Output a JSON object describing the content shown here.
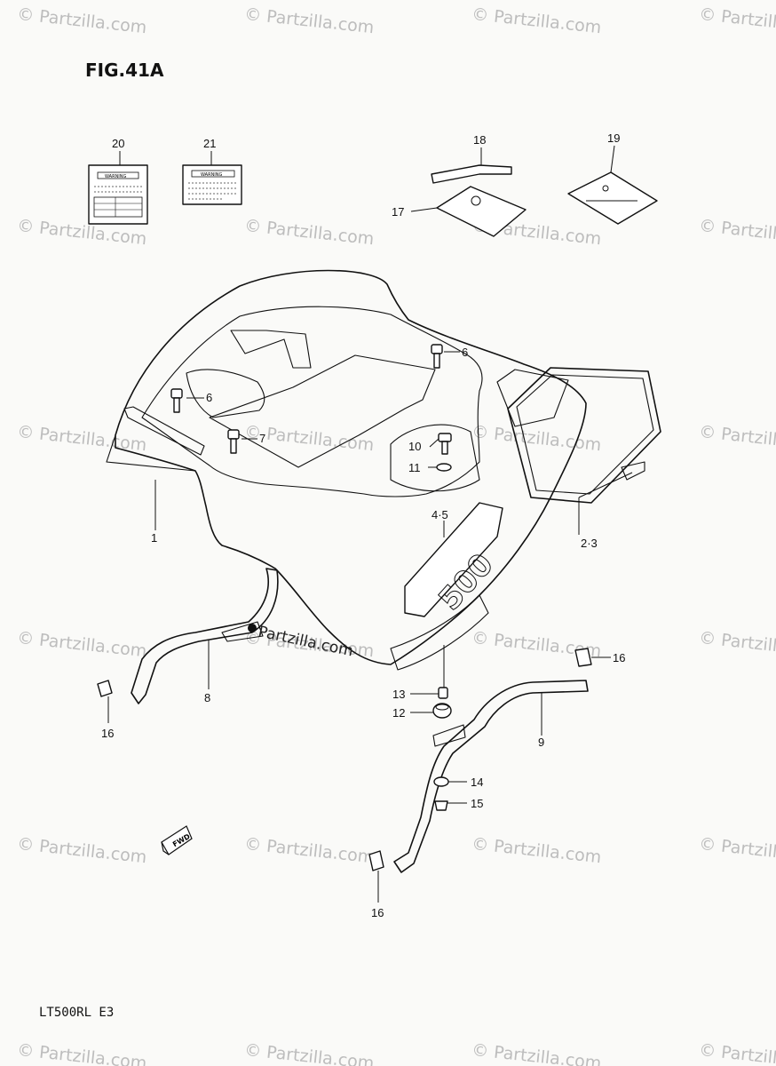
{
  "figure": {
    "title": "FIG.41A",
    "model": "LT500RL  E3",
    "footer_fine_print": ""
  },
  "watermark": {
    "repeat_text": "© Partzilla.com",
    "center_text": "Partzilla.com"
  },
  "callouts": [
    {
      "id": "c1",
      "label": "1"
    },
    {
      "id": "c23",
      "label": "2·3"
    },
    {
      "id": "c45",
      "label": "4·5"
    },
    {
      "id": "c6a",
      "label": "6"
    },
    {
      "id": "c6b",
      "label": "6"
    },
    {
      "id": "c7",
      "label": "7"
    },
    {
      "id": "c8",
      "label": "8"
    },
    {
      "id": "c9",
      "label": "9"
    },
    {
      "id": "c10",
      "label": "10"
    },
    {
      "id": "c11",
      "label": "11"
    },
    {
      "id": "c12",
      "label": "12"
    },
    {
      "id": "c13",
      "label": "13"
    },
    {
      "id": "c14",
      "label": "14"
    },
    {
      "id": "c15",
      "label": "15"
    },
    {
      "id": "c16a",
      "label": "16"
    },
    {
      "id": "c16b",
      "label": "16"
    },
    {
      "id": "c16c",
      "label": "16"
    },
    {
      "id": "c17",
      "label": "17"
    },
    {
      "id": "c18",
      "label": "18"
    },
    {
      "id": "c19",
      "label": "19"
    },
    {
      "id": "c20",
      "label": "20"
    },
    {
      "id": "c21",
      "label": "21"
    }
  ],
  "labels": {
    "warning": "WARNING",
    "fwd": "FWD",
    "fender_emblem": "500"
  }
}
